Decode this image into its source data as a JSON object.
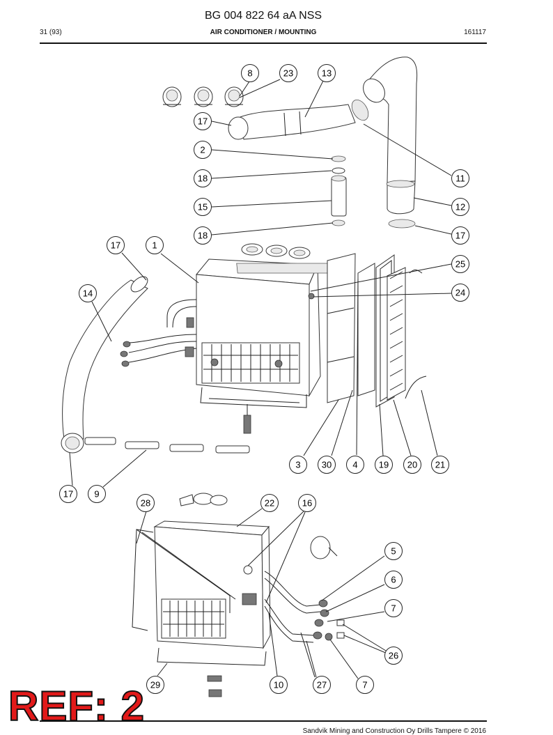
{
  "header": {
    "title": "BG 004 822 64 aA NSS",
    "page": "31 (93)",
    "section": "AIR CONDITIONER / MOUNTING",
    "code": "161117"
  },
  "footer": {
    "text": "Sandvik Mining and Construction Oy Drills Tampere © 2016"
  },
  "stamp": {
    "text": "REF: 2",
    "color": "#e21a1a"
  },
  "callouts": [
    "8",
    "23",
    "13",
    "17",
    "2",
    "18",
    "15",
    "18",
    "11",
    "12",
    "17",
    "17",
    "1",
    "25",
    "14",
    "24",
    "3",
    "30",
    "4",
    "19",
    "20",
    "21",
    "17",
    "9",
    "28",
    "22",
    "16",
    "5",
    "6",
    "7",
    "26",
    "29",
    "10",
    "27",
    "7"
  ]
}
